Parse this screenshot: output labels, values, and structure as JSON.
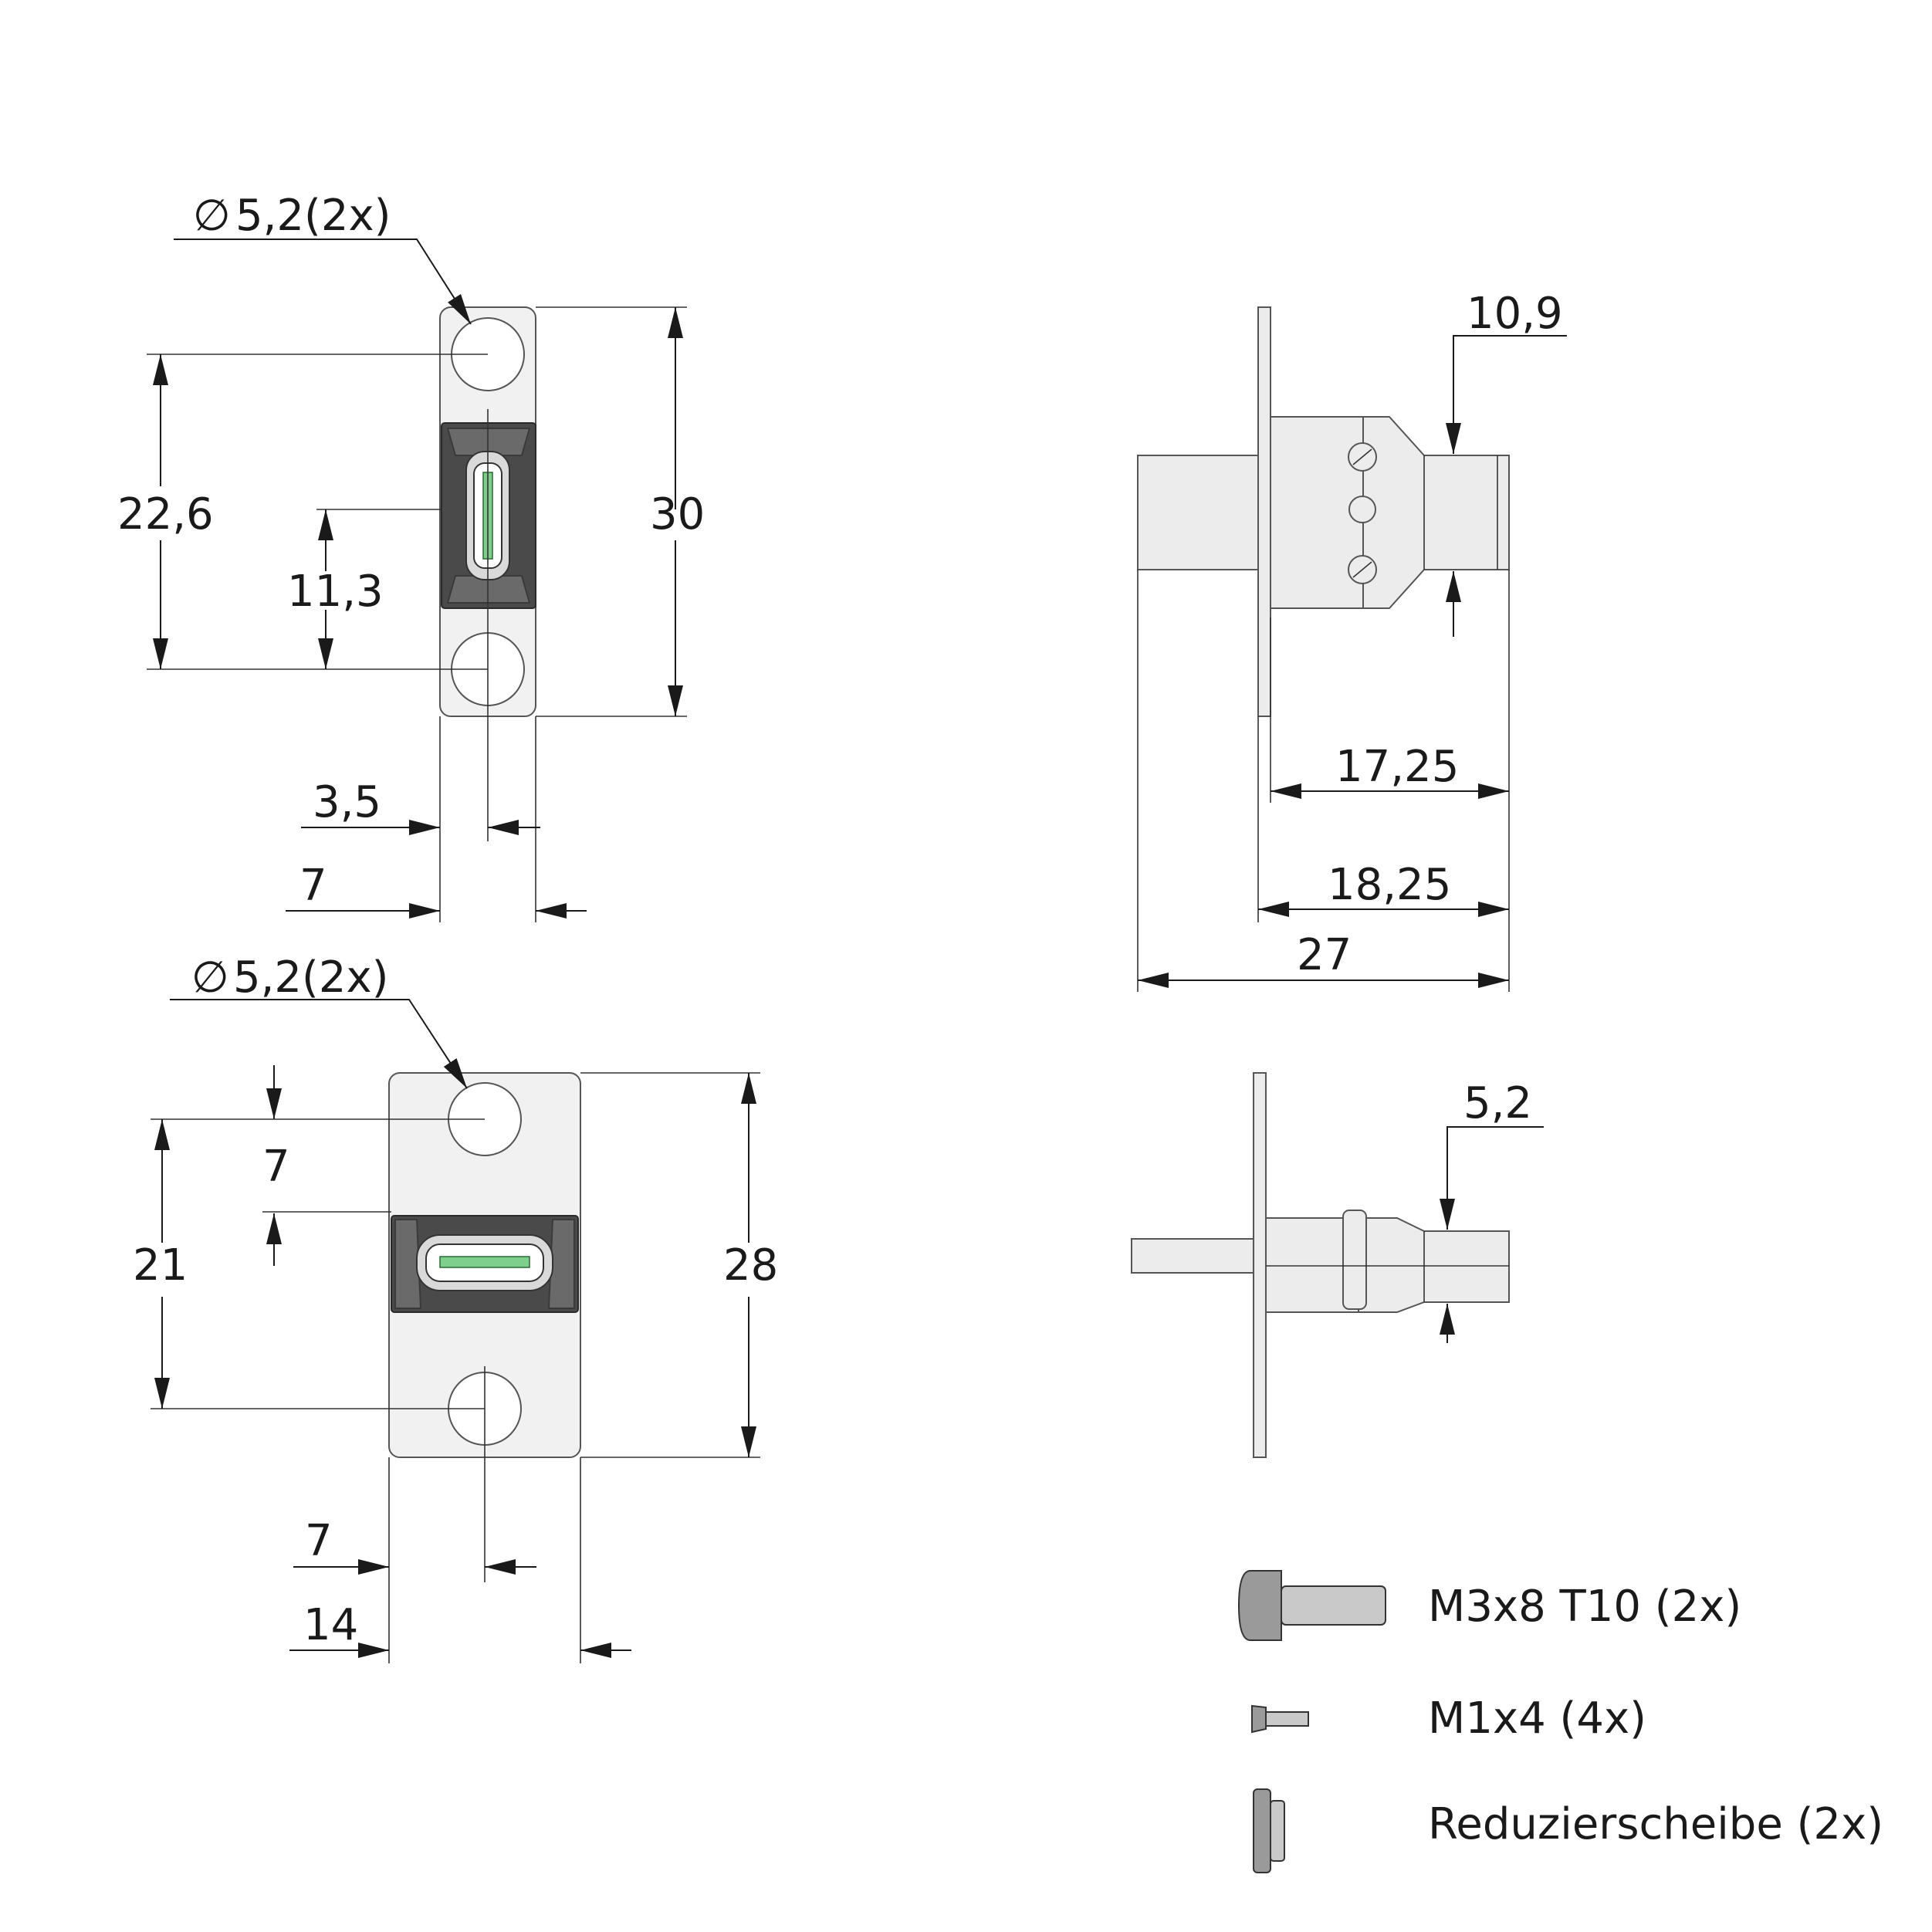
{
  "front_view_top": {
    "hole_callout": "5,2(2x)",
    "height_total": "30",
    "hole_spacing": "22,6",
    "port_offset": "11,3",
    "half_width": "3,5",
    "width": "7"
  },
  "side_view_top": {
    "tip_height": "10,9",
    "depth_inner": "17,25",
    "depth_outer": "18,25",
    "total_length": "27"
  },
  "front_view_bottom": {
    "hole_callout": "5,2(2x)",
    "hole_offset": "7",
    "hole_spacing": "21",
    "height_total": "28",
    "half_width": "7",
    "width": "14"
  },
  "side_view_bottom": {
    "tip_height": "5,2"
  },
  "parts_list": [
    {
      "label": "M3x8 T10 (2x)",
      "icon": "screw-m3-icon"
    },
    {
      "label": "M1x4 (4x)",
      "icon": "screw-m1-icon"
    },
    {
      "label": "Reduzierscheibe (2x)",
      "icon": "washer-icon"
    }
  ],
  "diameter_symbol": "∅",
  "colors": {
    "line": "#1a1a1a",
    "plate": "#f1f1f1",
    "connector": "#6a6a6a"
  }
}
